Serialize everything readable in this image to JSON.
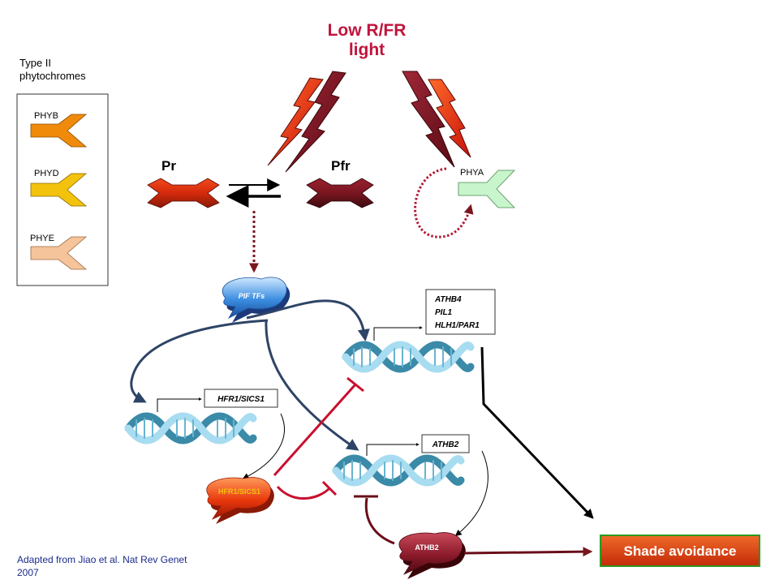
{
  "title": {
    "line1": "Low R/FR",
    "line2": "light"
  },
  "type_ii": {
    "line1": "Type II",
    "line2": "phytochromes"
  },
  "phytochromes": {
    "phyb": "PHYB",
    "phyd": "PHYD",
    "phye": "PHYE",
    "phya": "PHYA"
  },
  "states": {
    "pr": "Pr",
    "pfr": "Pfr"
  },
  "bubbles": {
    "pif": "PIF TFs",
    "hfr1": "HFR1/SICS1",
    "athb2": "ATHB2"
  },
  "genes": {
    "top": [
      "ATHB4",
      "PIL1",
      "HLH1/PAR1"
    ],
    "hfr1": "HFR1/SICS1",
    "athb2": "ATHB2"
  },
  "outcome": "Shade avoidance",
  "citation": {
    "line1": "Adapted from Jiao et al. Nat Rev Genet",
    "line2": "2007"
  },
  "colors": {
    "title": "#c0143c",
    "pr": "#d42a0c",
    "pfr": "#7a1620",
    "phyb": "#f08a0a",
    "phyd": "#f3c20c",
    "phye": "#f6c49a",
    "phya": "#c8f5cc",
    "navy": "#2e4466",
    "inhibit": "#c8102e",
    "outcome_fill": "#d83a10",
    "outcome_border": "#2a9a20"
  }
}
